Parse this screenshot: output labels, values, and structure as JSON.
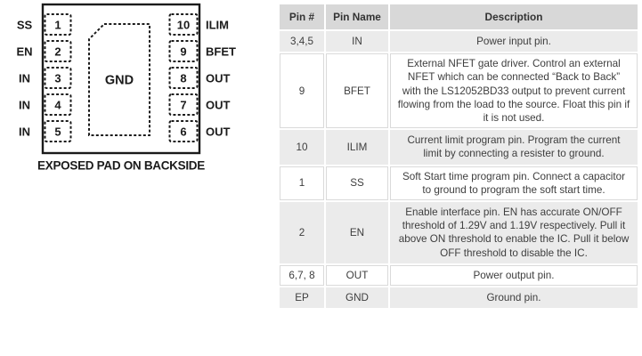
{
  "diagram": {
    "left_pins": [
      {
        "num": "1",
        "label": "SS"
      },
      {
        "num": "2",
        "label": "EN"
      },
      {
        "num": "3",
        "label": "IN"
      },
      {
        "num": "4",
        "label": "IN"
      },
      {
        "num": "5",
        "label": "IN"
      }
    ],
    "right_pins": [
      {
        "num": "10",
        "label": "ILIM"
      },
      {
        "num": "9",
        "label": "BFET"
      },
      {
        "num": "8",
        "label": "OUT"
      },
      {
        "num": "7",
        "label": "OUT"
      },
      {
        "num": "6",
        "label": "OUT"
      }
    ],
    "pad_label": "GND",
    "caption": "EXPOSED PAD ON BACKSIDE"
  },
  "table": {
    "headers": [
      "Pin #",
      "Pin Name",
      "Description"
    ],
    "rows": [
      {
        "pin": "3,4,5",
        "name": "IN",
        "desc": "Power input pin."
      },
      {
        "pin": "9",
        "name": "BFET",
        "desc": "External NFET gate driver. Control an external NFET which can be connected “Back to Back” with the LS12052BD33 output to prevent current flowing from the load to the source. Float this pin if it is not used."
      },
      {
        "pin": "10",
        "name": "ILIM",
        "desc": "Current limit program pin. Program the current limit by connecting a resister to ground."
      },
      {
        "pin": "1",
        "name": "SS",
        "desc": "Soft Start time program pin. Connect a capacitor to ground to program the soft start time."
      },
      {
        "pin": "2",
        "name": "EN",
        "desc": "Enable interface pin. EN has accurate ON/OFF threshold of 1.29V and 1.19V respectively. Pull it above ON threshold to enable the IC. Pull it below OFF threshold to disable the IC."
      },
      {
        "pin": "6,7, 8",
        "name": "OUT",
        "desc": "Power output pin."
      },
      {
        "pin": "EP",
        "name": "GND",
        "desc": "Ground pin."
      }
    ]
  },
  "colors": {
    "header_bg": "#d8d8d8",
    "row_shade_bg": "#ebebeb",
    "row_plain_border": "#dadada",
    "table_text": "#3e3e3e",
    "diagram_ink": "#1b1b1b",
    "page_bg": "#ffffff"
  }
}
